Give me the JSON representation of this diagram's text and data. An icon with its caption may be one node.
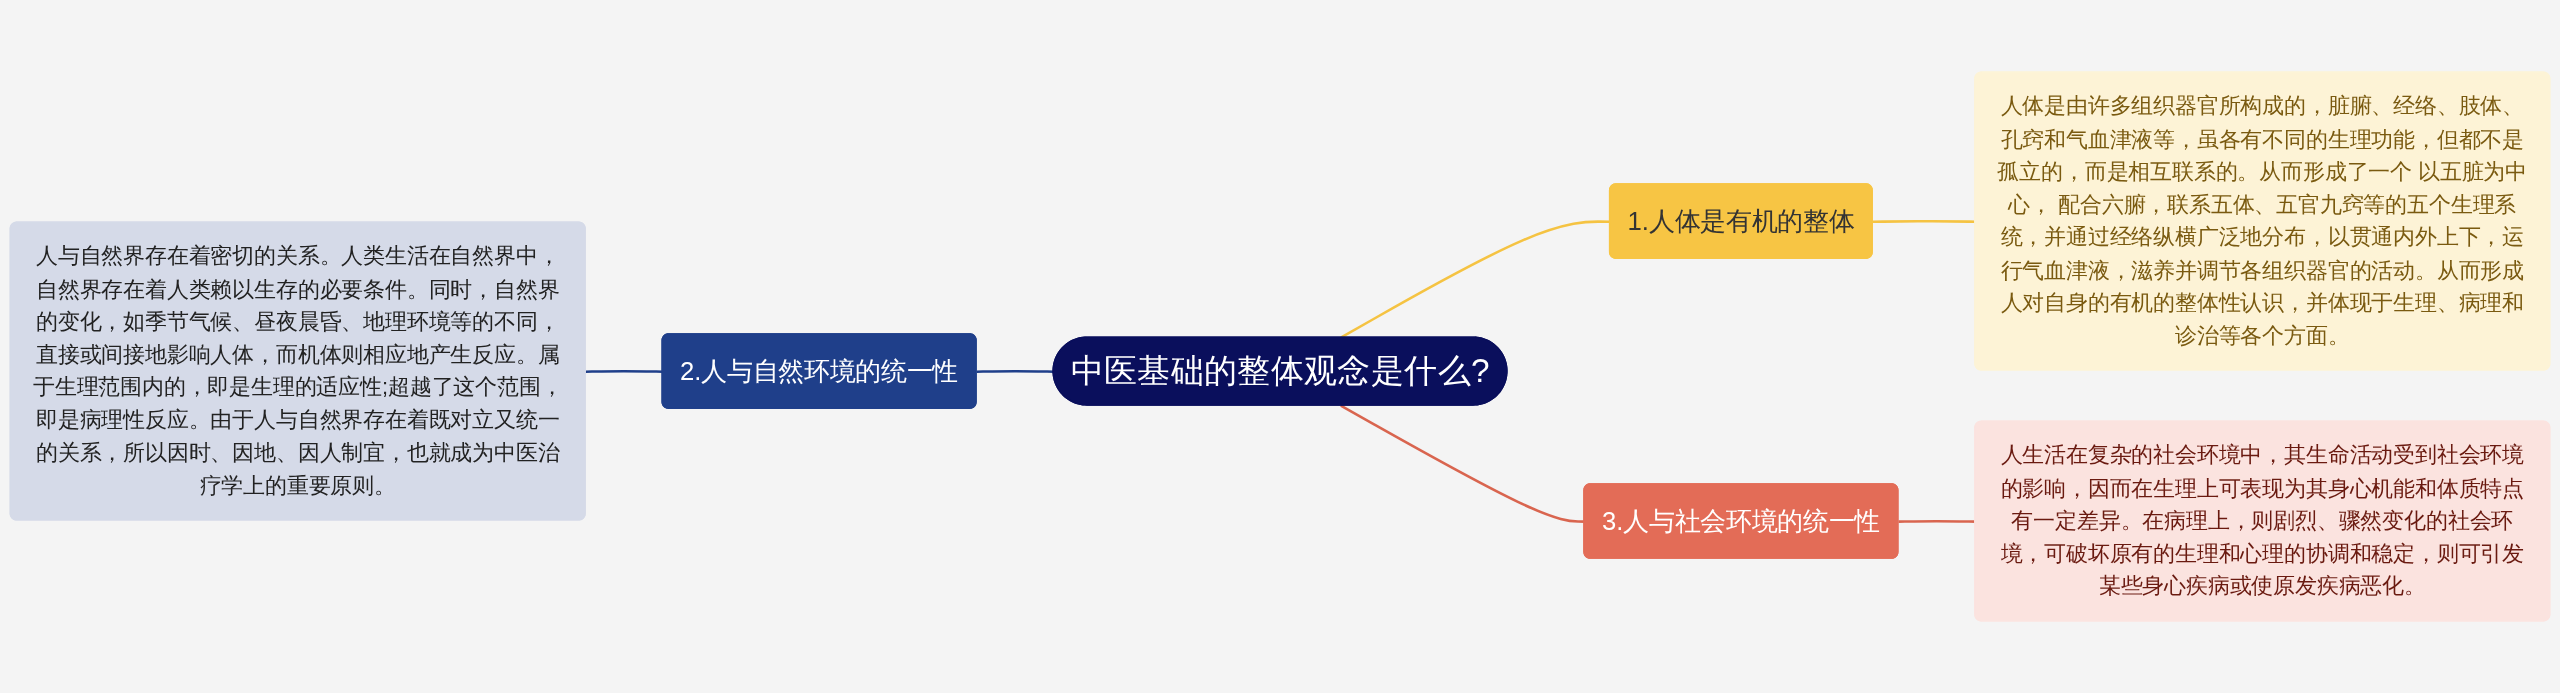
{
  "diagram": {
    "nodes": [
      {
        "text": [
          "中医基础的整体观念是什么?"
        ]
      },
      {
        "text": [
          "1.人体是有机的整体"
        ]
      },
      {
        "text": [
          "人体是由许多组织器官所构成的，脏腑、经络、肢体、孔窍和气血津液等，虽各有不同的生理功能，但都不是孤立的，而是相互联系的。从而形成了一个 以五脏为中心， 配合六腑，联系五体、五官九窍等的五个生理系统，并通过经络纵横广泛地分布，以贯通内外上下，运行气血津液，滋养并调节各组织器官的活动。从而形成人对自身的有机的整体性认识，并体现于生理、病理和诊治等各个方面。"
        ]
      },
      {
        "text": [
          "2.人与自然环境的统一性"
        ]
      },
      {
        "text": [
          "人与自然界存在着密切的关系。人类生活在自然界中，自然界存在着人类赖以生存的必要条件。同时，自然界的变化，如季节气候、昼夜晨昏、地理环境等的不同，直接或间接地影响人体，而机体则相应地产生反应。属于生理范围内的，即是生理的适应性;超越了这个范围，即是病理性反应。由于人与自然界存在着既对立又统一的关系，所以因时、因地、因人制宜，也就成为中医治疗学上的重要原则。"
        ]
      },
      {
        "text": [
          "3.人与社会环境的统一性"
        ]
      },
      {
        "text": [
          "人生活在复杂的社会环境中，其生命活动受到社会环境的影响，因而在生理上可表现为其身心机能和体质特点有一定差异。在病理上，则剧烈、骤然变化的社会环境，可破坏原有的生理和心理的协调和稳定，则可引发某些身心疾病或使原发疾病恶化。"
        ]
      }
    ],
    "edges": [
      {
        "from": 0,
        "to": 1,
        "arrow": "none",
        "color": "#f5c342"
      },
      {
        "from": 1,
        "to": 2,
        "arrow": "none",
        "color": "#f5c342"
      },
      {
        "from": 3,
        "to": 0,
        "arrow": "none",
        "color": "#1f3f8a"
      },
      {
        "from": 4,
        "to": 3,
        "arrow": "none",
        "color": "#1f3f8a"
      },
      {
        "from": 0,
        "to": 5,
        "arrow": "none",
        "color": "#d9654f"
      },
      {
        "from": 5,
        "to": 6,
        "arrow": "none",
        "color": "#d9654f"
      }
    ]
  }
}
